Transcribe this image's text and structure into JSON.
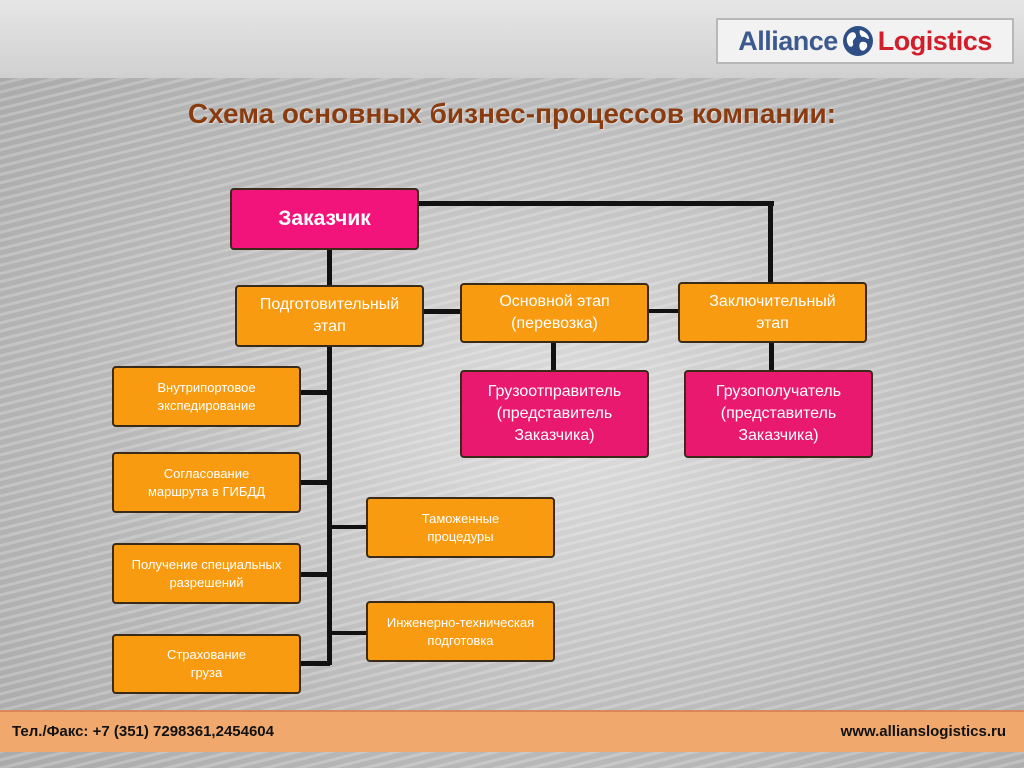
{
  "header": {
    "logo_word1": "Alliance",
    "logo_word2": "Logistics",
    "title": "Схема основных бизнес-процессов компании:"
  },
  "diagram": {
    "customer": "Заказчик",
    "prep_line1": "Подготовительный",
    "prep_line2": "этап",
    "main_line1": "Основной этап",
    "main_line2": "(перевозка)",
    "final_line1": "Заключительный",
    "final_line2": "этап",
    "shipper_line1": "Грузоотправитель",
    "shipper_line2": "(представитель",
    "shipper_line3": "Заказчика)",
    "consignee_line1": "Грузополучатель",
    "consignee_line2": "(представитель",
    "consignee_line3": "Заказчика)",
    "left_items": [
      {
        "line1": "Внутрипортовое",
        "line2": "экспедирование"
      },
      {
        "line1": "Согласование",
        "line2": "маршрута в ГИБДД"
      },
      {
        "line1": "Получение специальных",
        "line2": "разрешений"
      },
      {
        "line1": "Страхование",
        "line2": "груза"
      }
    ],
    "right_items": [
      {
        "line1": "Таможенные",
        "line2": "процедуры"
      },
      {
        "line1": "Инженерно-техническая",
        "line2": "подготовка"
      }
    ]
  },
  "footer": {
    "phone": "Тел./Факс: +7 (351) 7298361,2454604",
    "website": "www.allianslogistics.ru"
  },
  "colors": {
    "orange": "#f89b10",
    "pink": "#f2147a",
    "title": "#8a3c10",
    "footer": "#f0a86c"
  }
}
